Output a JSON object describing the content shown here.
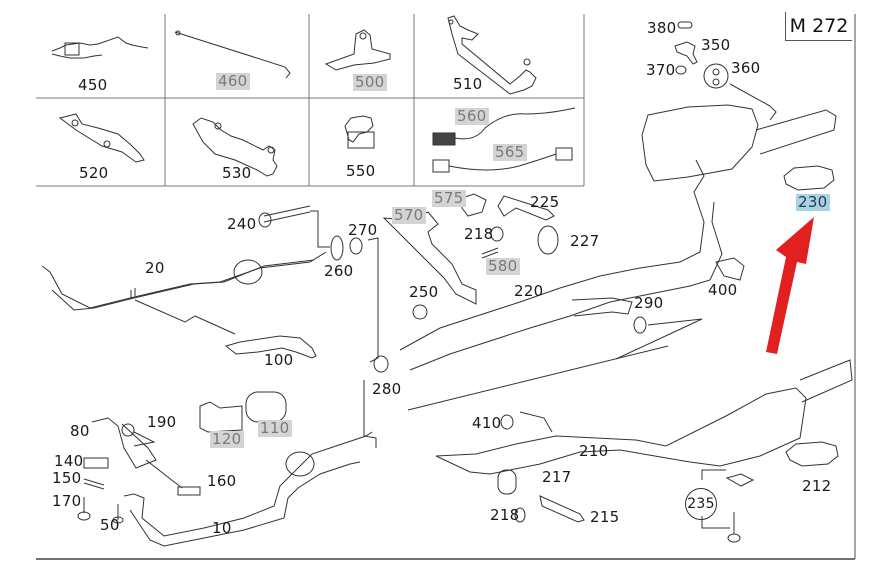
{
  "diagram": {
    "title": "M 272",
    "subject": "Exhaust system exploded parts diagram",
    "highlight_color": "#a9d3e3",
    "grey_label_color": "#d4d4d4",
    "arrow_color": "#e32020",
    "grid_parts": [
      {
        "id": "450",
        "style": "normal"
      },
      {
        "id": "460",
        "style": "grey"
      },
      {
        "id": "500",
        "style": "grey"
      },
      {
        "id": "510",
        "style": "normal"
      },
      {
        "id": "520",
        "style": "normal"
      },
      {
        "id": "530",
        "style": "normal"
      },
      {
        "id": "550",
        "style": "normal"
      },
      {
        "id": "560",
        "style": "grey"
      },
      {
        "id": "565",
        "style": "grey"
      }
    ],
    "parts": [
      {
        "id": "380",
        "style": "normal"
      },
      {
        "id": "350",
        "style": "normal"
      },
      {
        "id": "370",
        "style": "normal"
      },
      {
        "id": "360",
        "style": "normal"
      },
      {
        "id": "230",
        "style": "highlighted"
      },
      {
        "id": "240",
        "style": "normal"
      },
      {
        "id": "270",
        "style": "normal"
      },
      {
        "id": "570",
        "style": "grey"
      },
      {
        "id": "575",
        "style": "grey"
      },
      {
        "id": "225",
        "style": "normal"
      },
      {
        "id": "218",
        "style": "normal"
      },
      {
        "id": "227",
        "style": "normal"
      },
      {
        "id": "580",
        "style": "grey"
      },
      {
        "id": "20",
        "style": "normal"
      },
      {
        "id": "260",
        "style": "normal"
      },
      {
        "id": "250",
        "style": "normal"
      },
      {
        "id": "220",
        "style": "normal"
      },
      {
        "id": "400",
        "style": "normal"
      },
      {
        "id": "290",
        "style": "normal"
      },
      {
        "id": "100",
        "style": "normal"
      },
      {
        "id": "280",
        "style": "normal"
      },
      {
        "id": "190",
        "style": "normal"
      },
      {
        "id": "120",
        "style": "grey"
      },
      {
        "id": "110",
        "style": "grey"
      },
      {
        "id": "80",
        "style": "normal"
      },
      {
        "id": "410",
        "style": "normal"
      },
      {
        "id": "210",
        "style": "normal"
      },
      {
        "id": "140",
        "style": "normal"
      },
      {
        "id": "150",
        "style": "normal"
      },
      {
        "id": "160",
        "style": "normal"
      },
      {
        "id": "217",
        "style": "normal"
      },
      {
        "id": "212",
        "style": "normal"
      },
      {
        "id": "170",
        "style": "normal"
      },
      {
        "id": "235",
        "style": "circled"
      },
      {
        "id": "218b",
        "label": "218",
        "style": "normal"
      },
      {
        "id": "215",
        "style": "normal"
      },
      {
        "id": "50",
        "style": "normal"
      },
      {
        "id": "10",
        "style": "normal"
      }
    ]
  }
}
